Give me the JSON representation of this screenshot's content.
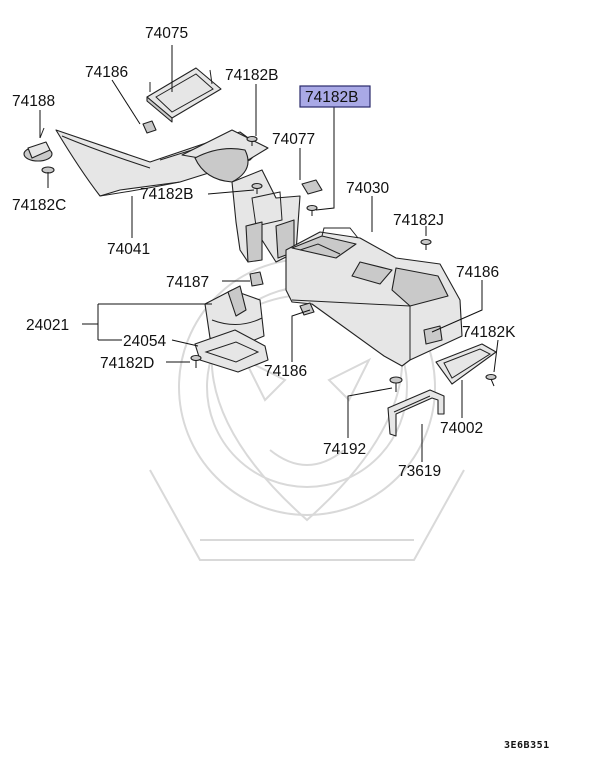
{
  "parts": [
    {
      "id": "p-74075",
      "number": "74075"
    },
    {
      "id": "p-74186-top",
      "number": "74186"
    },
    {
      "id": "p-74182B-top",
      "number": "74182B"
    },
    {
      "id": "p-74182B-highlight",
      "number": "74182B",
      "highlighted": true
    },
    {
      "id": "p-74188",
      "number": "74188"
    },
    {
      "id": "p-74077",
      "number": "74077"
    },
    {
      "id": "p-74182C",
      "number": "74182C"
    },
    {
      "id": "p-74182B-mid",
      "number": "74182B"
    },
    {
      "id": "p-74030",
      "number": "74030"
    },
    {
      "id": "p-74182J",
      "number": "74182J"
    },
    {
      "id": "p-74041",
      "number": "74041"
    },
    {
      "id": "p-74186-right",
      "number": "74186"
    },
    {
      "id": "p-74187",
      "number": "74187"
    },
    {
      "id": "p-24021",
      "number": "24021"
    },
    {
      "id": "p-24054",
      "number": "24054"
    },
    {
      "id": "p-74182K",
      "number": "74182K"
    },
    {
      "id": "p-74182D",
      "number": "74182D"
    },
    {
      "id": "p-74186-bottom",
      "number": "74186"
    },
    {
      "id": "p-74002",
      "number": "74002"
    },
    {
      "id": "p-74192",
      "number": "74192"
    },
    {
      "id": "p-73619",
      "number": "73619"
    }
  ],
  "diagram_code": "3E6B351",
  "colors": {
    "highlight_fill": "#a9a9e6",
    "line": "#111111",
    "part_fill": "#e6e6e6",
    "watermark": "#d9d9d9"
  }
}
